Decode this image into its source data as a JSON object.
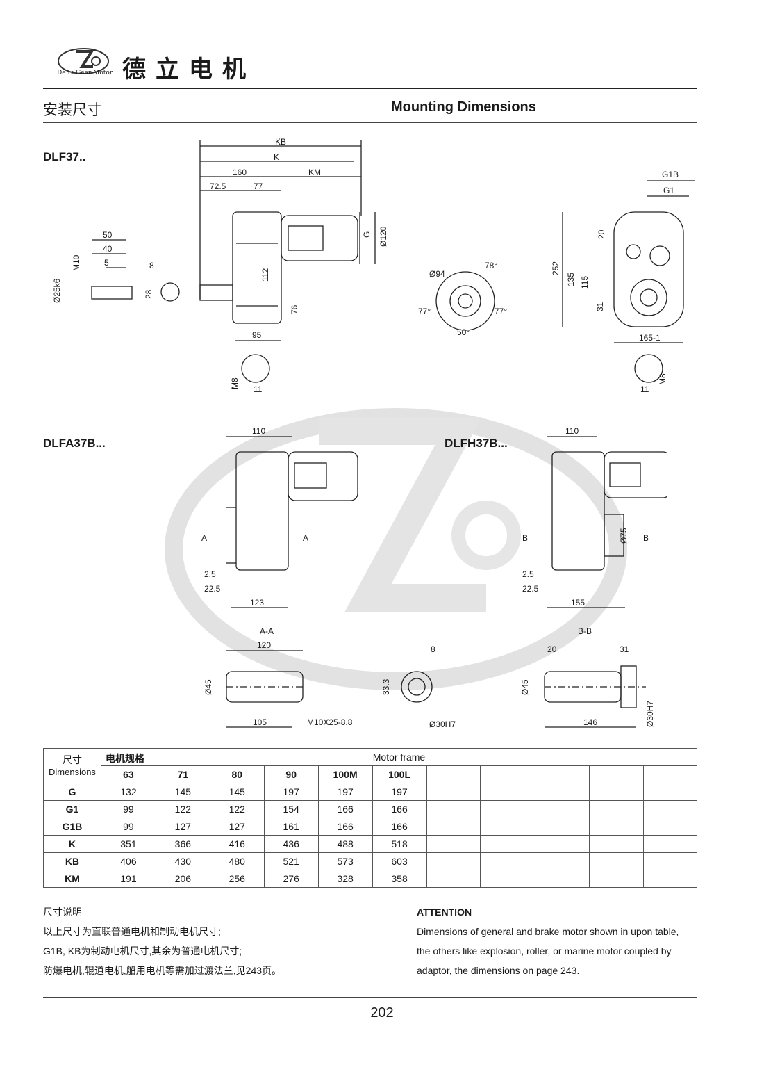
{
  "header": {
    "logo_text": "De Li Gear Motor",
    "brand": "德立电机"
  },
  "section": {
    "title_cn": "安装尺寸",
    "title_en": "Mounting Dimensions"
  },
  "models": {
    "top": "DLF37..",
    "left": "DLFA37B...",
    "right": "DLFH37B..."
  },
  "drawing_labels": {
    "top_dims": [
      "KB",
      "K",
      "160",
      "KM",
      "72.5",
      "77",
      "G",
      "Ø120",
      "112",
      "76",
      "95"
    ],
    "shaft_dims": [
      "50",
      "40",
      "M10",
      "5",
      "Ø25k6",
      "8",
      "28"
    ],
    "key_dims": [
      "M8",
      "11"
    ],
    "flange_dims": [
      "Ø94",
      "78°",
      "77°",
      "77°",
      "50°"
    ],
    "side_dims": [
      "G1B",
      "G1",
      "20",
      "252",
      "135",
      "115",
      "31",
      "165-1"
    ],
    "a_dims": [
      "110",
      "A",
      "A",
      "2.5",
      "22.5",
      "123"
    ],
    "b_dims": [
      "110",
      "B",
      "B",
      "Ø75",
      "2.5",
      "22.5",
      "155"
    ],
    "section_aa": [
      "A-A",
      "120",
      "Ø45",
      "105",
      "M10X25-8.8"
    ],
    "section_mid": [
      "8",
      "33.3",
      "Ø30H7"
    ],
    "section_bb": [
      "B-B",
      "20",
      "31",
      "Ø45",
      "146",
      "Ø30H7"
    ]
  },
  "table": {
    "corner_cn": "尺寸",
    "corner_en": "Dimensions",
    "motor_cn": "电机规格",
    "motor_en": "Motor frame",
    "frames": [
      "63",
      "71",
      "80",
      "90",
      "100M",
      "100L"
    ],
    "empty_columns": 5,
    "rows": [
      {
        "label": "G",
        "values": [
          "132",
          "145",
          "145",
          "197",
          "197",
          "197"
        ]
      },
      {
        "label": "G1",
        "values": [
          "99",
          "122",
          "122",
          "154",
          "166",
          "166"
        ]
      },
      {
        "label": "G1B",
        "values": [
          "99",
          "127",
          "127",
          "161",
          "166",
          "166"
        ]
      },
      {
        "label": "K",
        "values": [
          "351",
          "366",
          "416",
          "436",
          "488",
          "518"
        ]
      },
      {
        "label": "KB",
        "values": [
          "406",
          "430",
          "480",
          "521",
          "573",
          "603"
        ]
      },
      {
        "label": "KM",
        "values": [
          "191",
          "206",
          "256",
          "276",
          "328",
          "358"
        ]
      }
    ]
  },
  "notes_cn": {
    "title": "尺寸说明",
    "line1": "以上尺寸为直联普通电机和制动电机尺寸;",
    "line2": "G1B, KB为制动电机尺寸,其余为普通电机尺寸;",
    "line3": "防爆电机,辊道电机,船用电机等需加过渡法兰,见243页。"
  },
  "attention": {
    "title": "ATTENTION",
    "line1": "Dimensions of general and brake motor shown in upon table,",
    "line2": "the others like explosion, roller, or marine motor coupled by",
    "line3": "adaptor, the dimensions on page 243."
  },
  "page_number": "202"
}
